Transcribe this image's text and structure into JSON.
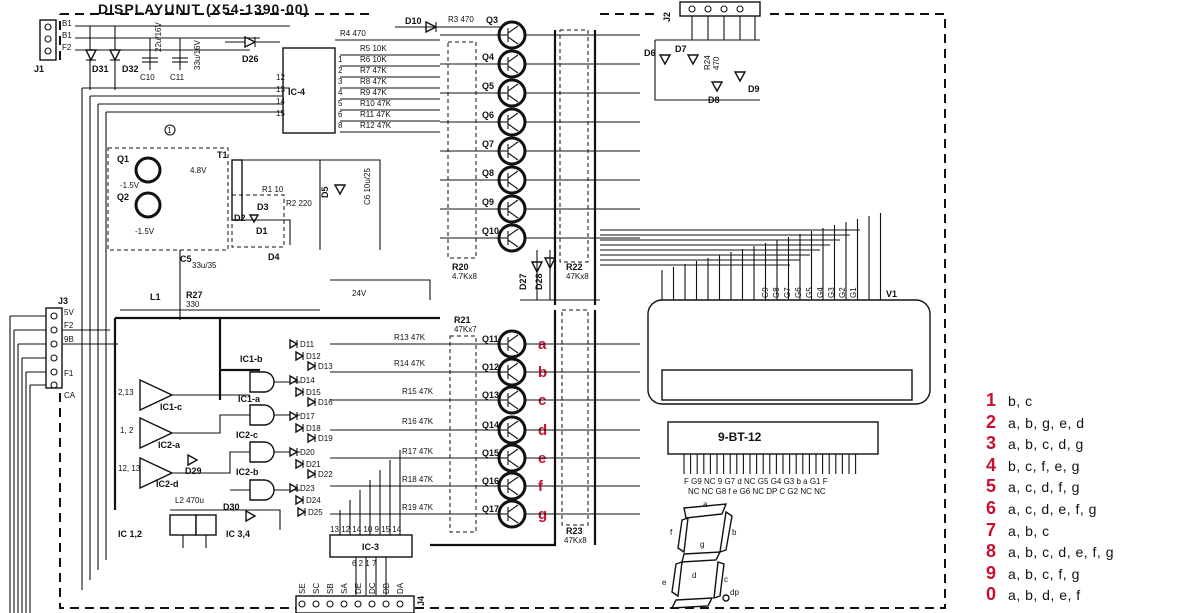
{
  "title": "DISPLAYUNIT (X54-1390-00)",
  "connectors": {
    "j1": "J1",
    "j1_pins": [
      "B1",
      "B1",
      "F2"
    ],
    "j2": "J2",
    "j3": "J3",
    "j3_pins": [
      "5V",
      "F2",
      "9B",
      "F1",
      "CA"
    ],
    "j4": "J4",
    "j4_pins": [
      "SE",
      "SC",
      "SB",
      "SA",
      "DE",
      "DC",
      "DB",
      "DA"
    ]
  },
  "ics": {
    "ic4": "IC-4",
    "ic1b": "IC1-b",
    "ic1a": "IC1-a",
    "ic1c": "IC1-c",
    "ic2a": "IC2-a",
    "ic2c": "IC2-c",
    "ic2b": "IC2-b",
    "ic2d": "IC2-d",
    "ic3": "IC-3",
    "ic12": "IC 1,2",
    "ic34": "IC 3,4"
  },
  "transistors_top": [
    "Q3",
    "Q4",
    "Q5",
    "Q6",
    "Q7",
    "Q8",
    "Q9",
    "Q10"
  ],
  "transistors_bottom": [
    "Q11",
    "Q12",
    "Q13",
    "Q14",
    "Q15",
    "Q16",
    "Q17"
  ],
  "segment_letters": [
    "a",
    "b",
    "c",
    "d",
    "e",
    "f",
    "g"
  ],
  "resistors_top": [
    "R4 470",
    "R5 10K",
    "R6 10K",
    "R7 47K",
    "R8 47K",
    "R9 47K",
    "R10 47K",
    "R11 47K",
    "R12 47K"
  ],
  "resistors_bottom": [
    "R13 47K",
    "R14 47K",
    "R15 47K",
    "R16 47K",
    "R17 47K",
    "R18 47K",
    "R19 47K"
  ],
  "networks": {
    "r20": "R20",
    "r20_val": "4.7Kx8",
    "r21": "R21",
    "r21_val": "47Kx7",
    "r22": "R22",
    "r22_val": "47Kx8",
    "r23": "R23",
    "r23_val": "47Kx8"
  },
  "diodes_bottom": [
    "D11",
    "D12",
    "D13",
    "D14",
    "D15",
    "D16",
    "D17",
    "D18",
    "D19",
    "D20",
    "D21",
    "D22",
    "D23",
    "D24",
    "D25"
  ],
  "power_block": {
    "q1": "Q1",
    "q2": "Q2",
    "t1": "T1",
    "v1": "4.8V",
    "v2": "-1.5V",
    "v3": "-1.5V",
    "d1": "D1",
    "d2": "D2",
    "d3": "D3",
    "d4": "D4",
    "d5": "D5",
    "r1": "R1 10",
    "r2": "R2 220",
    "c5": "C5",
    "c5_val": "33u/35",
    "c6": "C6 10u/25",
    "r27": "R27",
    "r27_val": "330",
    "l1": "L1",
    "v24": "24V",
    "l2": "L2 470u",
    "circled": "1"
  },
  "misc": {
    "d10": "D10",
    "r3": "R3 470",
    "d26": "D26",
    "d27": "D27",
    "d28": "D28",
    "d29": "D29",
    "d30": "D30",
    "d31": "D31",
    "d32": "D32",
    "c10": "C10",
    "c10_val": "22u/16V",
    "c11": "C11",
    "c11_val": "33u/16V",
    "d6": "D6",
    "d7": "D7",
    "d8": "D8",
    "d9": "D9",
    "r24": "R24",
    "r24_val": "470"
  },
  "vfd": {
    "ref": "V1",
    "part": "9-BT-12",
    "grid_labels": [
      "G9",
      "G8",
      "G7",
      "G6",
      "G5",
      "G4",
      "G3",
      "G2",
      "G1"
    ],
    "pin_row1": "F  G9  NC  9  G7  d  NC  G5  G4  G3  b  a  G1  F",
    "pin_row2": "NC  NC  G8  f  e  G6  NC  DP  C  G2  NC  NC"
  },
  "seven_seg": {
    "a": "a",
    "b": "b",
    "c": "c",
    "d": "d",
    "e": "e",
    "f": "f",
    "g": "g",
    "dp": "dp"
  },
  "legend": [
    {
      "num": "1",
      "segs": "b, c"
    },
    {
      "num": "2",
      "segs": "a, b, g, e, d"
    },
    {
      "num": "3",
      "segs": "a, b, c, d, g"
    },
    {
      "num": "4",
      "segs": "b, c, f, e, g"
    },
    {
      "num": "5",
      "segs": "a, c, d, f, g"
    },
    {
      "num": "6",
      "segs": "a, c, d, e, f, g"
    },
    {
      "num": "7",
      "segs": "a, b, c"
    },
    {
      "num": "8",
      "segs": "a, b, c, d, e, f, g"
    },
    {
      "num": "9",
      "segs": "a, b, c, f, g"
    },
    {
      "num": "0",
      "segs": "a, b, d, e, f"
    }
  ],
  "colors": {
    "ink": "#111111",
    "accent": "#c8102e",
    "paper": "#ffffff"
  }
}
